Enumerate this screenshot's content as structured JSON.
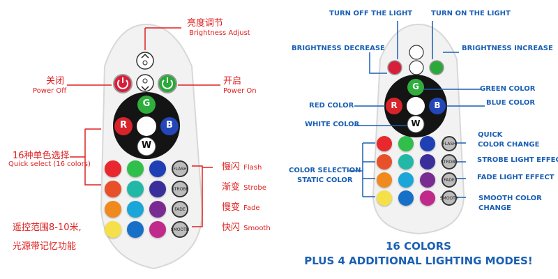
{
  "left": {
    "brightness": {
      "cn": "亮度调节",
      "en": "Brightness Adjust"
    },
    "power_off": {
      "cn": "关闭",
      "en": "Power Off"
    },
    "power_on": {
      "cn": "开启",
      "en": "Power On"
    },
    "quick_select": {
      "cn": "16种单色选择",
      "en": "Quick select (16 colors)"
    },
    "flash": {
      "cn": "慢闪",
      "en": "Flash"
    },
    "strobe": {
      "cn": "渐变",
      "en": "Strobe"
    },
    "fade": {
      "cn": "慢变",
      "en": "Fade"
    },
    "smooth": {
      "cn": "快闪",
      "en": "Smooth"
    },
    "memory_line1": "遥控范围8-10米,",
    "memory_line2": "光源带记忆功能"
  },
  "right": {
    "turn_off": "TURN OFF THE LIGHT",
    "turn_on": "TURN ON THE LIGHT",
    "brightness_decrease": "BRIGHTNESS DECREASE",
    "brightness_increase": "BRIGHTNESS INCREASE",
    "green_color": "GREEN COLOR",
    "red_color": "RED COLOR",
    "blue_color": "BLUE COLOR",
    "white_color": "WHITE COLOR",
    "quick_color_change_1": "QUICK",
    "quick_color_change_2": "COLOR CHANGE",
    "strobe_effect": "STROBE LIGHT EFFECT",
    "color_selection_1": "COLOR SELECTION",
    "color_selection_2": "STATIC COLOR",
    "fade_effect": "FADE LIGHT EFFECT",
    "smooth_1": "SMOOTH COLOR",
    "smooth_2": "CHANGE",
    "footer_1": "16 COLORS",
    "footer_2": "PLUS 4 ADDITIONAL LIGHTING MODES!"
  },
  "remote": {
    "button_letters": {
      "g": "G",
      "r": "R",
      "b": "B",
      "w": "W"
    },
    "off_label": "OFF",
    "on_label": "ON",
    "mode_labels": [
      "FLASH",
      "STROBE",
      "FADE",
      "SMOOTH"
    ],
    "palette": [
      [
        "#e8282c",
        "#2fbf4a",
        "#1f3fb5"
      ],
      [
        "#e8502a",
        "#22b8a8",
        "#3a2f9a"
      ],
      [
        "#f08a1e",
        "#1aa6d8",
        "#7a2b92"
      ],
      [
        "#f5e04a",
        "#1670c8",
        "#c02a8a"
      ]
    ],
    "colors": {
      "red": "#e02020",
      "blue_text": "#1a5fb4",
      "power_off": "#d81f3a",
      "power_on": "#2ba83a"
    }
  }
}
